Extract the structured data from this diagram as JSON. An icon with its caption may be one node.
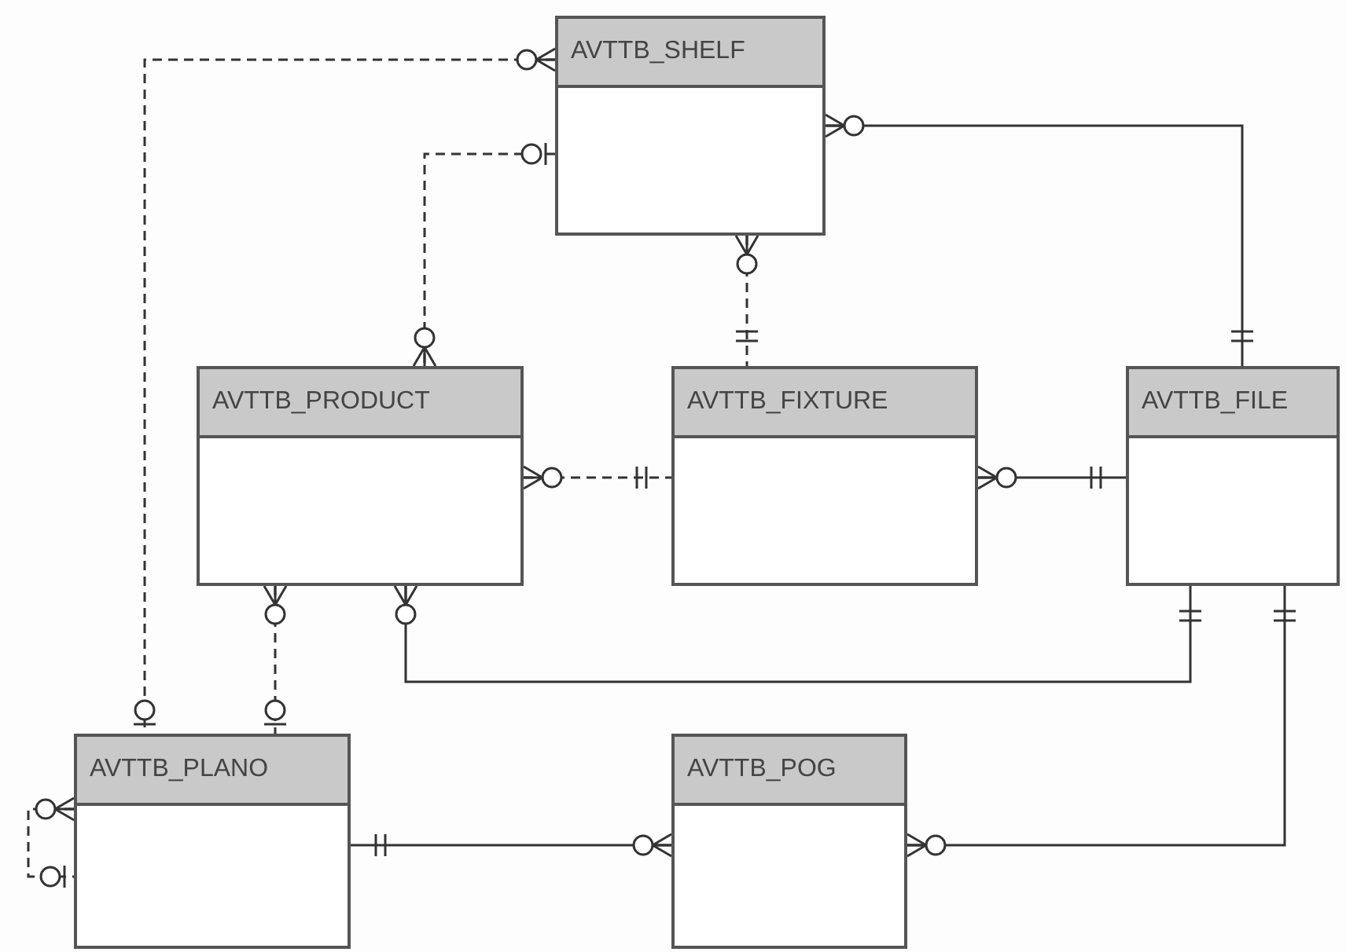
{
  "diagram": {
    "nodes": [
      {
        "text": [
          "AVTTB_SHELF"
        ]
      },
      {
        "text": [
          "AVTTB_PRODUCT"
        ]
      },
      {
        "text": [
          "AVTTB_FIXTURE"
        ]
      },
      {
        "text": [
          "AVTTB_FILE"
        ]
      },
      {
        "text": [
          "AVTTB_PLANO"
        ]
      },
      {
        "text": [
          "AVTTB_POG"
        ]
      }
    ],
    "edges": [
      {
        "from": 0,
        "to": 4,
        "arrow": "other",
        "style": "dashed"
      },
      {
        "from": 0,
        "to": 1,
        "arrow": "other",
        "style": "dashed"
      },
      {
        "from": 0,
        "to": 3,
        "arrow": "other"
      },
      {
        "from": 0,
        "to": 2,
        "arrow": "other",
        "style": "dashed"
      },
      {
        "from": 1,
        "to": 2,
        "arrow": "other",
        "style": "dashed"
      },
      {
        "from": 2,
        "to": 3,
        "arrow": "other"
      },
      {
        "from": 1,
        "to": 4,
        "arrow": "other",
        "style": "dashed"
      },
      {
        "from": 1,
        "to": 3,
        "arrow": "other"
      },
      {
        "from": 3,
        "to": 5,
        "arrow": "other"
      },
      {
        "from": 4,
        "to": 5,
        "arrow": "other"
      },
      {
        "from": 4,
        "to": 4,
        "arrow": "other",
        "style": "dashed"
      }
    ]
  }
}
